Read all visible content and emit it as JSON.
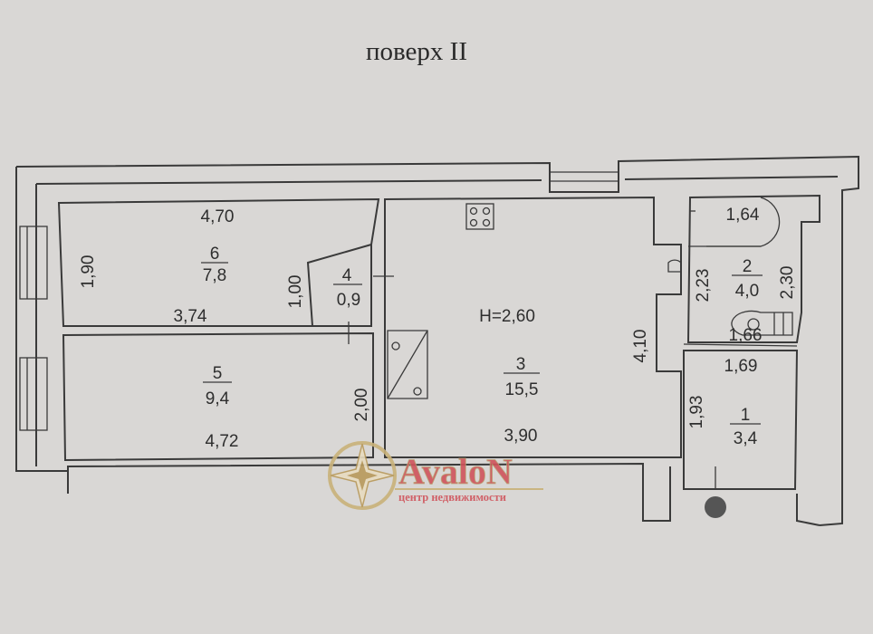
{
  "title": "поверх II",
  "ceiling_height": "H=2,60",
  "rooms": [
    {
      "number": "1",
      "area": "3,4"
    },
    {
      "number": "2",
      "area": "4,0"
    },
    {
      "number": "3",
      "area": "15,5"
    },
    {
      "number": "4",
      "area": "0,9"
    },
    {
      "number": "5",
      "area": "9,4"
    },
    {
      "number": "6",
      "area": "7,8"
    }
  ],
  "dimensions": {
    "r6_top": "4,70",
    "r6_left": "1,90",
    "r6_bottom": "3,74",
    "r4_side": "1,00",
    "r5_right": "2,00",
    "r5_bottom": "4,72",
    "r3_right": "4,10",
    "r3_bottom": "3,90",
    "r2_top": "1,64",
    "r2_left": "2,23",
    "r2_right": "2,30",
    "r2_bottom": "1,66",
    "r1_top": "1,69",
    "r1_left": "1,93"
  },
  "watermark": {
    "brand": "AvaloN",
    "tagline": "центр недвижимости",
    "color": "#d0545c"
  }
}
